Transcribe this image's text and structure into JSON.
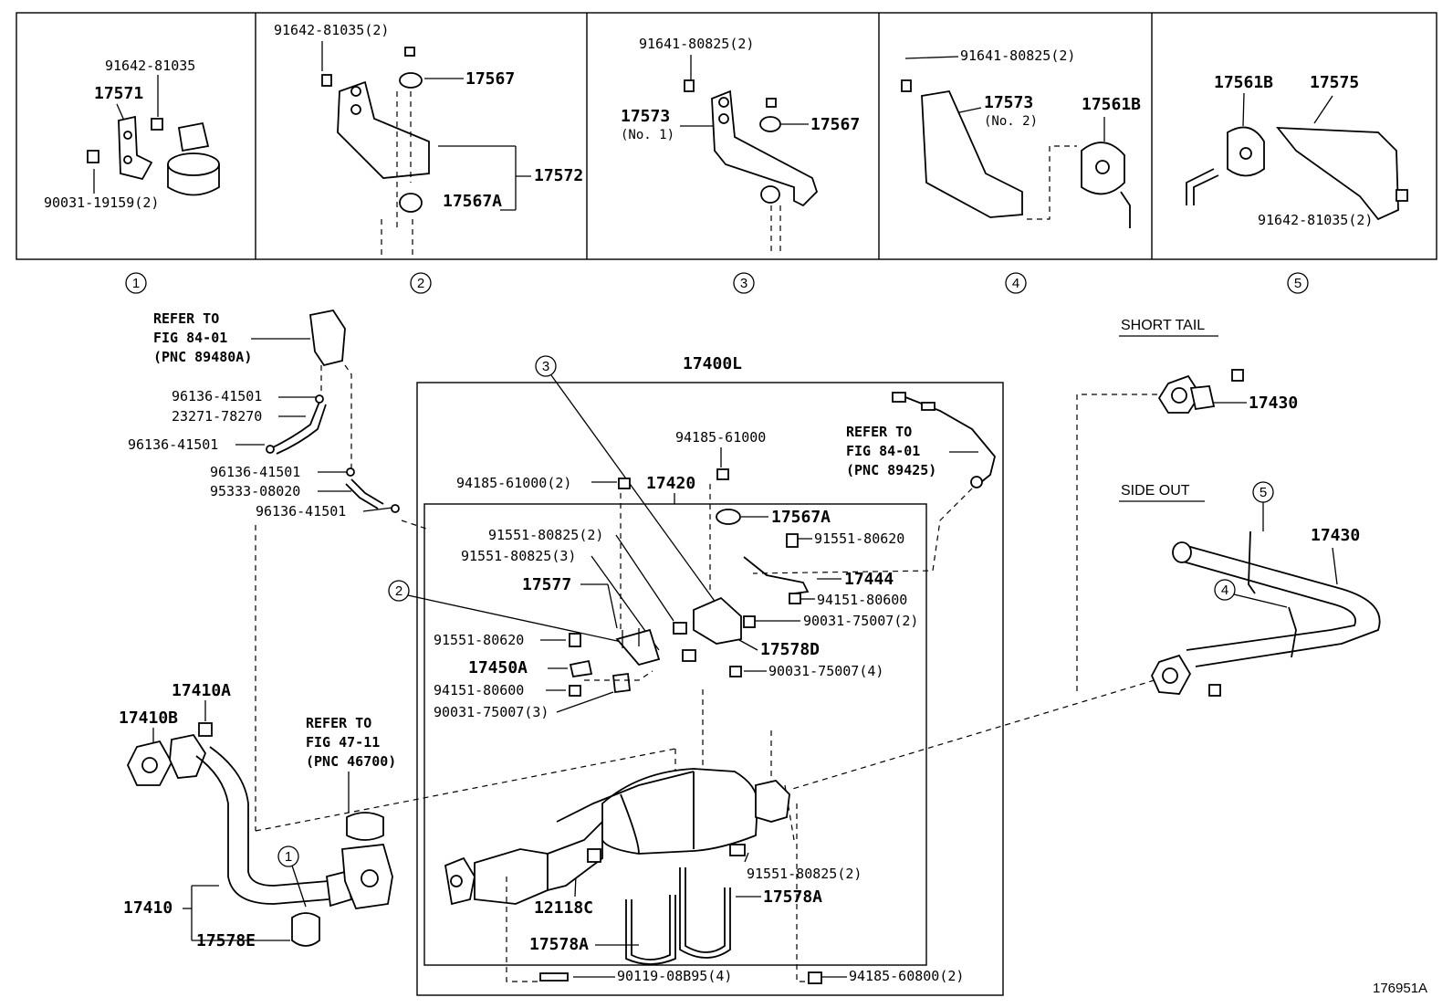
{
  "panels": [
    {
      "number": "1",
      "labels": [
        "91642-81035",
        "17571",
        "90031-19159(2)"
      ]
    },
    {
      "number": "2",
      "labels": [
        "91642-81035(2)",
        "17567",
        "17572",
        "17567A"
      ]
    },
    {
      "number": "3",
      "labels": [
        "91641-80825(2)",
        "17573",
        "(No. 1)",
        "17567"
      ]
    },
    {
      "number": "4",
      "labels": [
        "91641-80825(2)",
        "17573",
        "(No. 2)",
        "17561B"
      ]
    },
    {
      "number": "5",
      "labels": [
        "17561B",
        "17575",
        "91642-81035(2)"
      ]
    }
  ],
  "main": {
    "assembly_label": "17400L",
    "sub_assembly_label": "17420",
    "refer_a": [
      "REFER TO",
      "FIG 84-01",
      "(PNC 89480A)"
    ],
    "refer_b": [
      "REFER TO",
      "FIG 84-01",
      "(PNC 89425)"
    ],
    "refer_c": [
      "REFER TO",
      "FIG 47-11",
      "(PNC 46700)"
    ],
    "hose_labels": [
      "96136-41501",
      "23271-78270",
      "96136-41501",
      "96136-41501",
      "95333-08020",
      "96136-41501"
    ],
    "left_labels": [
      "17410A",
      "17410B",
      "17410",
      "17578E"
    ],
    "center_labels": [
      "94185-61000",
      "94185-61000(2)",
      "17567A",
      "91551-80620",
      "17444",
      "94151-80600",
      "90031-75007(2)",
      "17578D",
      "90031-75007(4)",
      "91551-80825(2)",
      "91551-80825(3)",
      "17577",
      "91551-80620",
      "17450A",
      "94151-80600",
      "90031-75007(3)",
      "91551-80825(2)",
      "12118C",
      "17578A",
      "17578A",
      "90119-08B95(4)",
      "94185-60800(2)"
    ],
    "callouts": [
      "1",
      "2",
      "3",
      "4",
      "5"
    ],
    "short_tail_heading": "SHORT TAIL",
    "short_tail_part": "17430",
    "side_out_heading": "SIDE OUT",
    "side_out_part": "17430",
    "figure_number": "176951A"
  }
}
